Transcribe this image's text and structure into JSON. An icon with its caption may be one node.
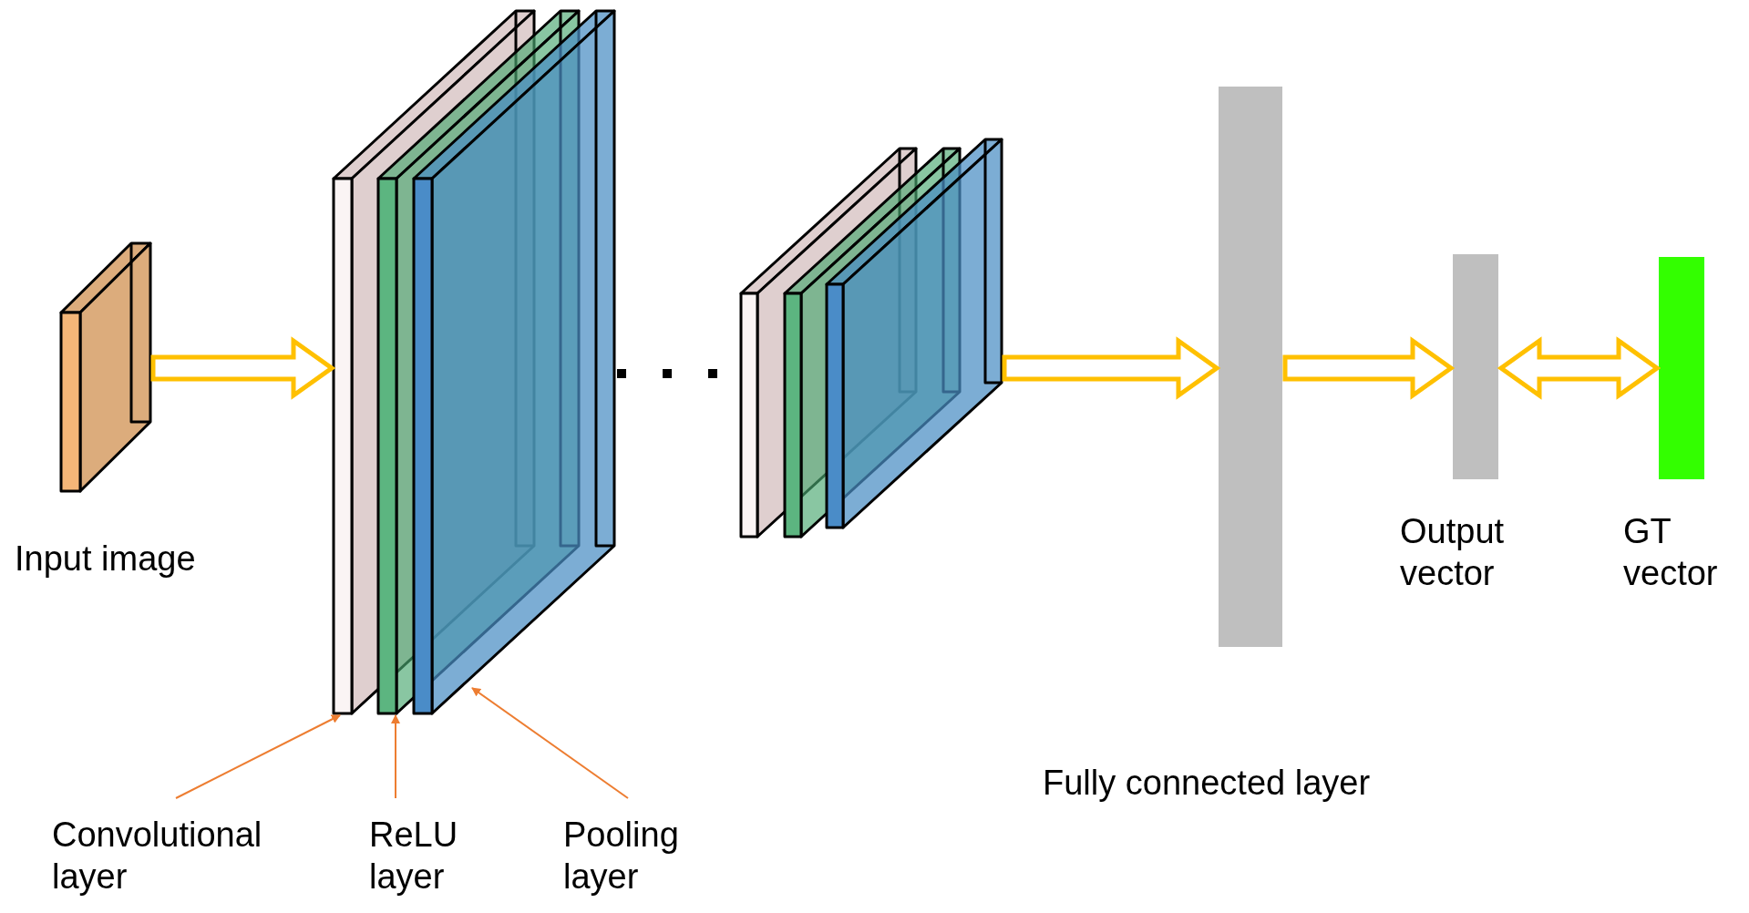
{
  "diagram": {
    "nodes": [
      {
        "text": [
          "Input image"
        ]
      },
      {
        "text": [],
        "shape": "box"
      },
      {
        "text": [],
        "shape": "box"
      },
      {
        "text": [],
        "shape": "box"
      },
      {
        "text": [],
        "shape": "box"
      },
      {
        "text": [],
        "shape": "box"
      },
      {
        "text": [],
        "shape": "box"
      },
      {
        "text": [
          "Fully connected layer"
        ]
      },
      {
        "text": [
          "Output vector"
        ]
      },
      {
        "text": [
          "GT vector"
        ]
      },
      {
        "text": [
          "Convolutional layer"
        ]
      },
      {
        "text": [
          "ReLU layer"
        ]
      },
      {
        "text": [
          "Pooling layer"
        ]
      }
    ],
    "edges": [
      {
        "from": 0,
        "to": 1,
        "arrow": "to",
        "style": "thick",
        "color": "#ffc000"
      },
      {
        "from": 3,
        "to": 4,
        "arrow": "none",
        "style": "dashed",
        "color": "#000000"
      },
      {
        "from": 6,
        "to": 7,
        "arrow": "to",
        "style": "thick",
        "color": "#ffc000"
      },
      {
        "from": 7,
        "to": 8,
        "arrow": "to",
        "style": "thick",
        "color": "#ffc000"
      },
      {
        "from": 8,
        "to": 9,
        "arrow": "both",
        "style": "thick",
        "color": "#ffc000"
      },
      {
        "from": 10,
        "to": 1,
        "arrow": "to",
        "color": "#ed7d31"
      },
      {
        "from": 11,
        "to": 2,
        "arrow": "to",
        "color": "#ed7d31"
      },
      {
        "from": 12,
        "to": 3,
        "arrow": "to",
        "color": "#ed7d31"
      }
    ]
  }
}
